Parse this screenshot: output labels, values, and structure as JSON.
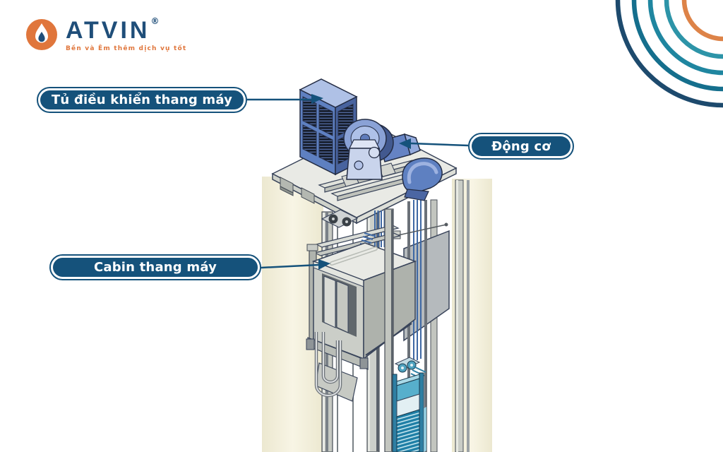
{
  "brand": {
    "name": "ATVIN",
    "registered_mark": "®",
    "tagline": "Bền và Êm thêm dịch vụ tốt"
  },
  "callouts": [
    {
      "text": "Tủ điều khiển thang máy",
      "target": "control-cabinet"
    },
    {
      "text": "Động cơ",
      "target": "traction-motor"
    },
    {
      "text": "Cabin thang máy",
      "target": "elevator-cabin"
    }
  ],
  "colors": {
    "callout_pill": "#15527B",
    "brand_orange": "#E0763C",
    "brand_navy": "#1F4E79",
    "corner_arc_colors": [
      "#1D4A6D",
      "#156F8D",
      "#1F86A0",
      "#2D94A8",
      "#DD8348"
    ],
    "shaft_wall_cream": "#F4F1DE",
    "machine_blue": "#5E80C1"
  },
  "diagram": {
    "description": "Isometric cutaway of a traction elevator: machine platform with control cabinet, traction motor and rope guard on top; cabin, guide rails, ropes and counterweight in the shaft below.",
    "icons": [
      "water-drop-icon",
      "concentric-arcs-decoration",
      "arrowhead-icon"
    ]
  }
}
